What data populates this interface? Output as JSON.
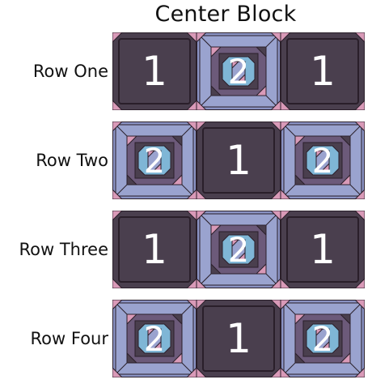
{
  "title": "Center Block",
  "rows": [
    {
      "label": "Row One",
      "blocks": [
        "1",
        "2",
        "1"
      ]
    },
    {
      "label": "Row Two",
      "blocks": [
        "2",
        "1",
        "2"
      ]
    },
    {
      "label": "Row Three",
      "blocks": [
        "1",
        "2",
        "1"
      ]
    },
    {
      "label": "Row Four",
      "blocks": [
        "2",
        "1",
        "2"
      ]
    }
  ],
  "colors": {
    "dark": "#4a3f4e",
    "outline": "#2a1f2a",
    "lavender": "#8a93c4",
    "periwinkle": "#9aa3cf",
    "pink": "#d99ab8",
    "light_blue": "#7fb6d6",
    "mauve": "#6c5a7a"
  }
}
